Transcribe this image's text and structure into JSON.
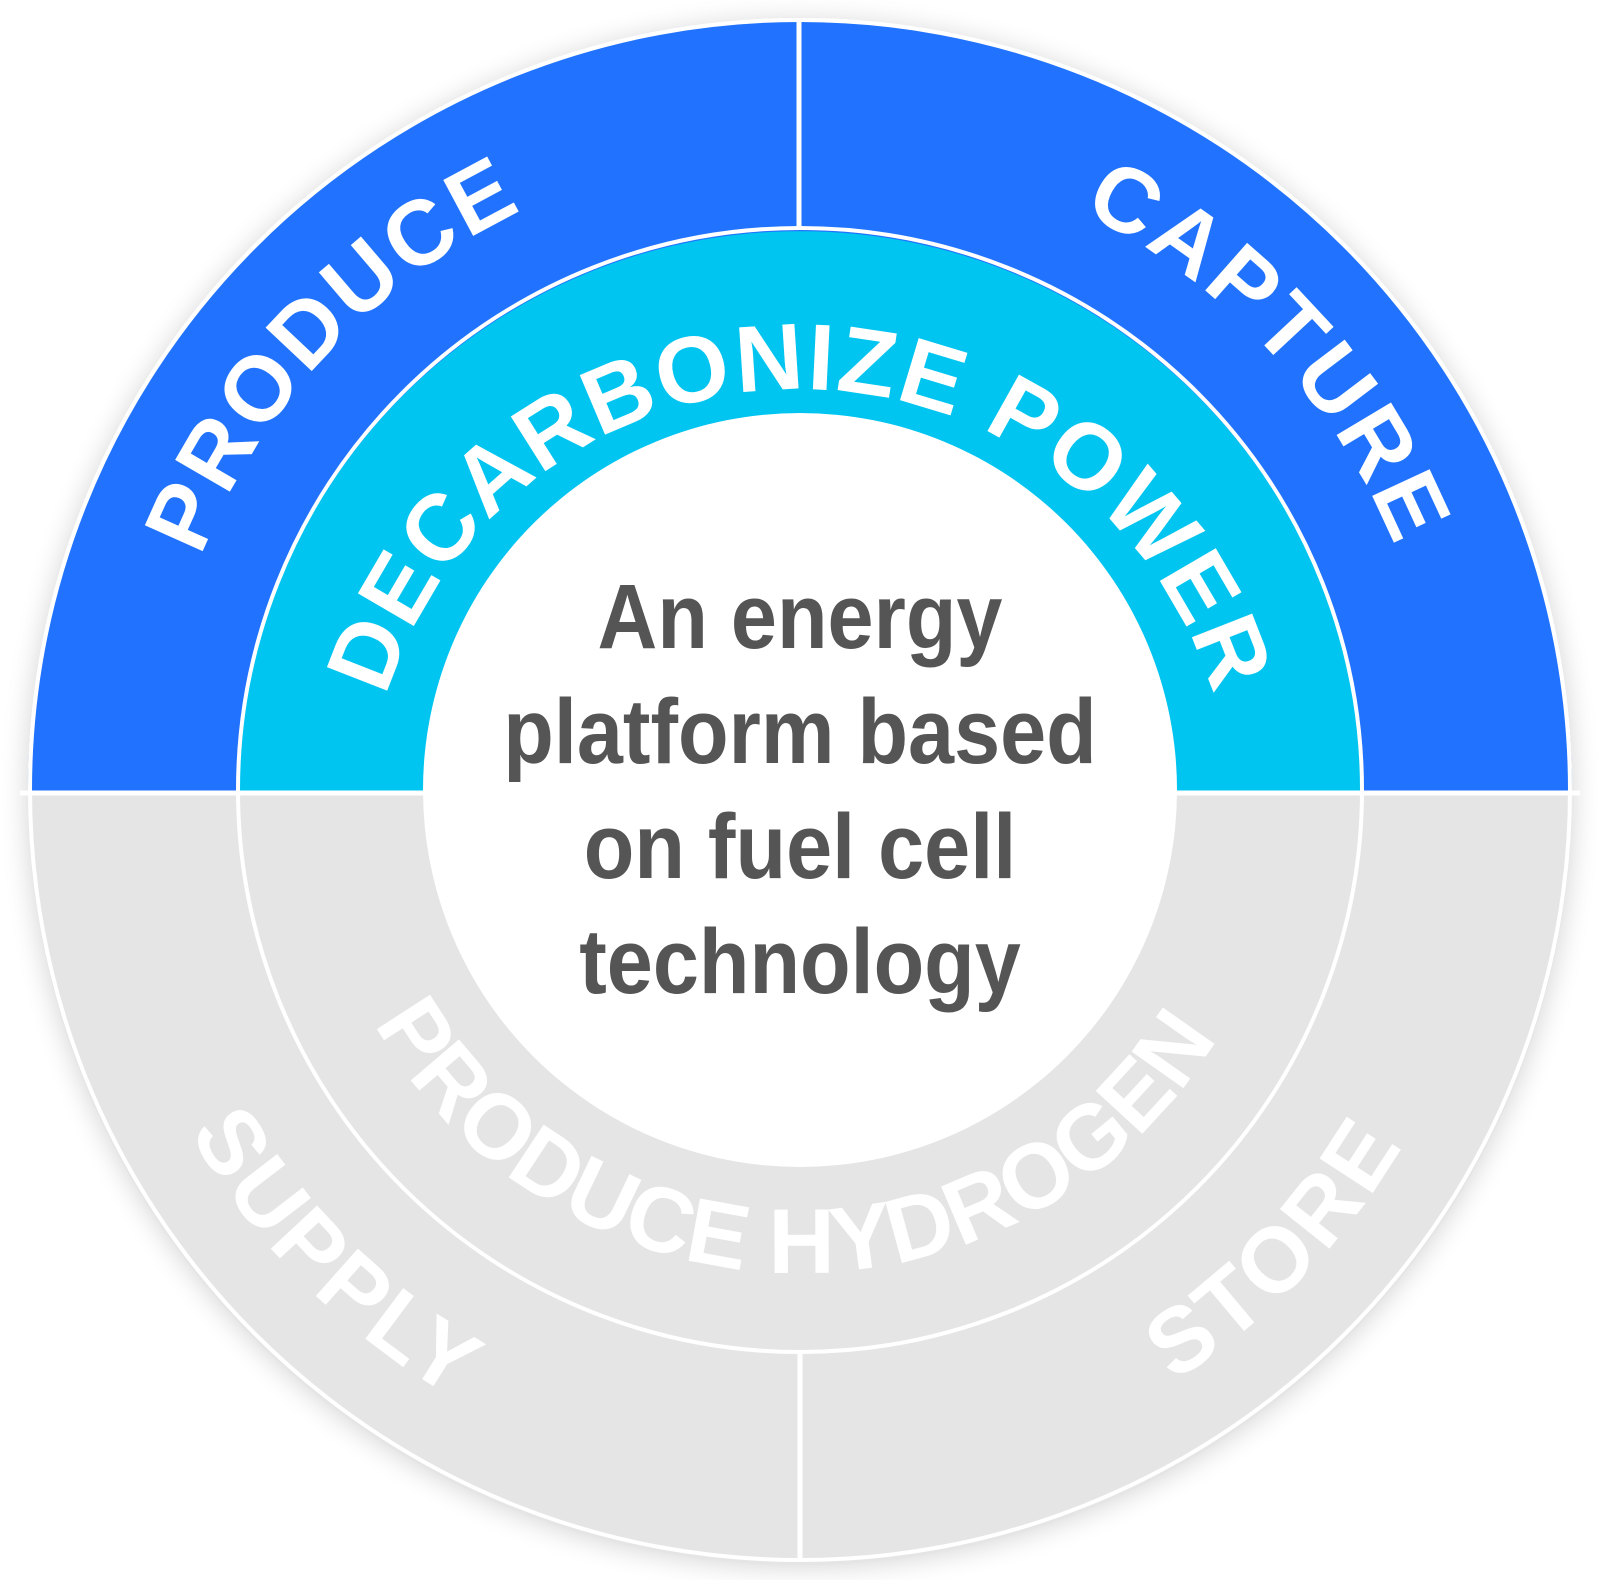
{
  "colors": {
    "outer_top": "#2173FF",
    "inner_top": "#00C5F0",
    "bottom": "#E5E5E5",
    "center": "#FFFFFF",
    "center_text": "#555555",
    "label_text": "#FFFFFF"
  },
  "outer_ring": {
    "top_left": "PRODUCE",
    "top_right": "CAPTURE",
    "bottom_left": "SUPPLY",
    "bottom_right": "STORE"
  },
  "inner_ring": {
    "top": "DECARBONIZE POWER",
    "bottom": "PRODUCE HYDROGEN"
  },
  "center": {
    "lines": [
      "An energy",
      "platform based",
      "on fuel cell",
      "technology"
    ]
  }
}
